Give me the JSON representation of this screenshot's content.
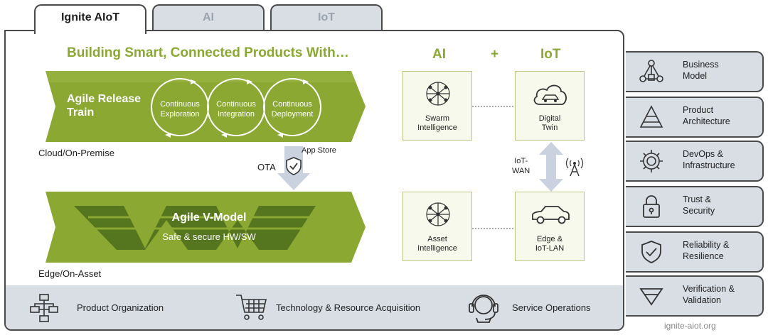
{
  "tabs": [
    {
      "label": "Ignite AIoT"
    },
    {
      "label": "AI"
    },
    {
      "label": "IoT"
    }
  ],
  "main": {
    "title": "Building Smart, Connected Products With…",
    "ai_heading": "AI",
    "plus": "+",
    "iot_heading": "IoT",
    "release_train": {
      "title_line1": "Agile Release",
      "title_line2": "Train",
      "cycles": [
        {
          "line1": "Continuous",
          "line2": "Exploration"
        },
        {
          "line1": "Continuous",
          "line2": "Integration"
        },
        {
          "line1": "Continuous",
          "line2": "Deployment"
        }
      ]
    },
    "cloud_label": "Cloud/On-Premise",
    "ota_label": "OTA",
    "app_store_label": "App Store",
    "vmodel": {
      "title": "Agile V-Model",
      "subtitle": "Safe & secure HW/SW"
    },
    "edge_label": "Edge/On-Asset",
    "boxes": {
      "swarm": {
        "line1": "Swarm",
        "line2": "Intelligence"
      },
      "twin": {
        "line1": "Digital",
        "line2": "Twin"
      },
      "asset": {
        "line1": "Asset",
        "line2": "Intelligence"
      },
      "edge": {
        "line1": "Edge &",
        "line2": "IoT-LAN"
      }
    },
    "iot_wan": {
      "line1": "IoT-",
      "line2": "WAN"
    }
  },
  "bottom_bar": {
    "items": [
      {
        "label": "Product Organization",
        "icon": "org-chart-icon"
      },
      {
        "label": "Technology & Resource Acquisition",
        "icon": "shopping-cart-icon"
      },
      {
        "label": "Service Operations",
        "icon": "headset-icon"
      }
    ]
  },
  "sidebar": {
    "items": [
      {
        "line1": "Business",
        "line2": "Model",
        "icon": "network-icon"
      },
      {
        "line1": "Product",
        "line2": "Architecture",
        "icon": "pyramid-icon"
      },
      {
        "line1": "DevOps &",
        "line2": "Infrastructure",
        "icon": "gear-icon"
      },
      {
        "line1": "Trust &",
        "line2": "Security",
        "icon": "lock-icon"
      },
      {
        "line1": "Reliability &",
        "line2": "Resilience",
        "icon": "shield-check-icon"
      },
      {
        "line1": "Verification &",
        "line2": "Validation",
        "icon": "funnel-icon"
      }
    ]
  },
  "footer": {
    "url": "ignite-aiot.org"
  },
  "colors": {
    "accent_green": "#8aa832",
    "dark_green": "#55751f",
    "panel_gray": "#d9dee5",
    "outline": "#4a4a4a"
  }
}
